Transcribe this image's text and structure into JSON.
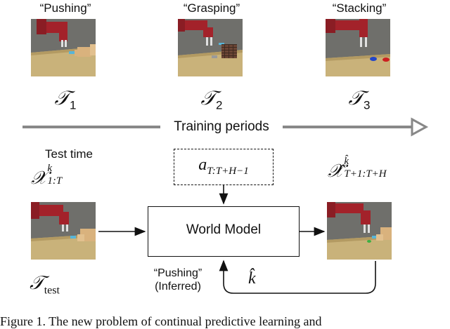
{
  "tasks": [
    {
      "label": "“Pushing”",
      "symbol": "𝒯",
      "subscript": "1",
      "scene": "pushing"
    },
    {
      "label": "“Grasping”",
      "symbol": "𝒯",
      "subscript": "2",
      "scene": "grasping"
    },
    {
      "label": "“Stacking”",
      "symbol": "𝒯",
      "subscript": "3",
      "scene": "stacking"
    }
  ],
  "timeline": {
    "label": "Training periods",
    "color": "#888888"
  },
  "test": {
    "title": "Test time",
    "input_symbol": "𝒳",
    "input_sup": "k",
    "input_sub": "1:T",
    "task_symbol": "𝒯",
    "task_sub": "test"
  },
  "action": {
    "base": "a",
    "sub": "T:T+H−1"
  },
  "world_model": {
    "label": "World Model"
  },
  "output": {
    "symbol": "𝒳̂",
    "sup": "k̂",
    "sub": "T+1:T+H"
  },
  "inferred": {
    "line1": "“Pushing”",
    "line2": "(Inferred)"
  },
  "feedback": {
    "symbol": "k̂"
  },
  "caption": "Figure 1. The new problem of continual predictive learning and",
  "colors": {
    "robot": "#a3222a",
    "table": "#c9b27a",
    "floor": "#6f6f6b",
    "box": "#d9b27d",
    "dark_box": "#5a3a2a",
    "accent_blue": "#2346c8",
    "accent_red": "#cc2020",
    "accent_green": "#3cb043"
  }
}
